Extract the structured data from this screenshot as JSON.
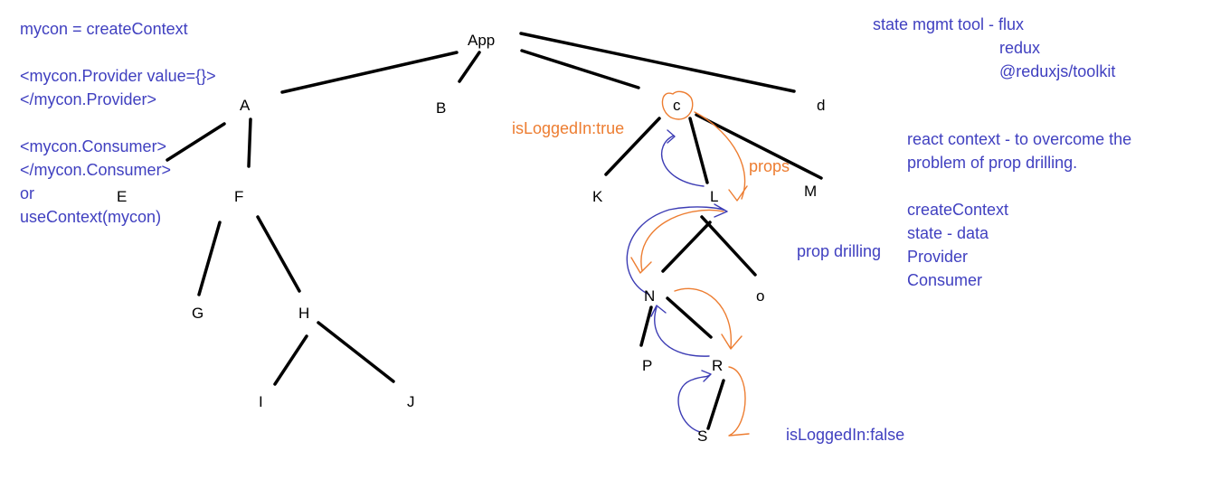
{
  "colors": {
    "edge": "#000000",
    "note_blue": "#4040c0",
    "note_orange": "#ed7d31",
    "arrow_blue": "#3c3cb4",
    "arrow_orange": "#ed7d31",
    "background": "#ffffff"
  },
  "tree": {
    "nodes": [
      "App",
      "A",
      "B",
      "c",
      "d",
      "E",
      "F",
      "G",
      "H",
      "I",
      "J",
      "K",
      "L",
      "M",
      "N",
      "o",
      "P",
      "R",
      "S"
    ],
    "edges": [
      [
        "App",
        "A"
      ],
      [
        "App",
        "B"
      ],
      [
        "App",
        "c"
      ],
      [
        "App",
        "d"
      ],
      [
        "A",
        "E"
      ],
      [
        "A",
        "F"
      ],
      [
        "F",
        "G"
      ],
      [
        "F",
        "H"
      ],
      [
        "H",
        "I"
      ],
      [
        "H",
        "J"
      ],
      [
        "c",
        "K"
      ],
      [
        "c",
        "L"
      ],
      [
        "c",
        "M"
      ],
      [
        "L",
        "N"
      ],
      [
        "L",
        "o"
      ],
      [
        "N",
        "P"
      ],
      [
        "N",
        "R"
      ],
      [
        "R",
        "S"
      ]
    ]
  },
  "left_notes": [
    "mycon = createContext",
    "<mycon.Provider value={}>",
    "</mycon.Provider>",
    "<mycon.Consumer>",
    "</mycon.Consumer>",
    "or",
    "useContext(mycon)"
  ],
  "state_tools": {
    "heading": "state mgmt tool - flux",
    "items": [
      "redux",
      "@reduxjs/toolkit"
    ]
  },
  "context_notes": {
    "line1": "react context  -  to overcome the",
    "line2": "problem of prop drilling.",
    "concepts": [
      "createContext",
      "state - data",
      "Provider",
      "Consumer"
    ]
  },
  "annotations": {
    "logged_in_true": "isLoggedIn:true",
    "props": "props",
    "prop_drilling": "prop drilling",
    "logged_in_false": "isLoggedIn:false"
  }
}
